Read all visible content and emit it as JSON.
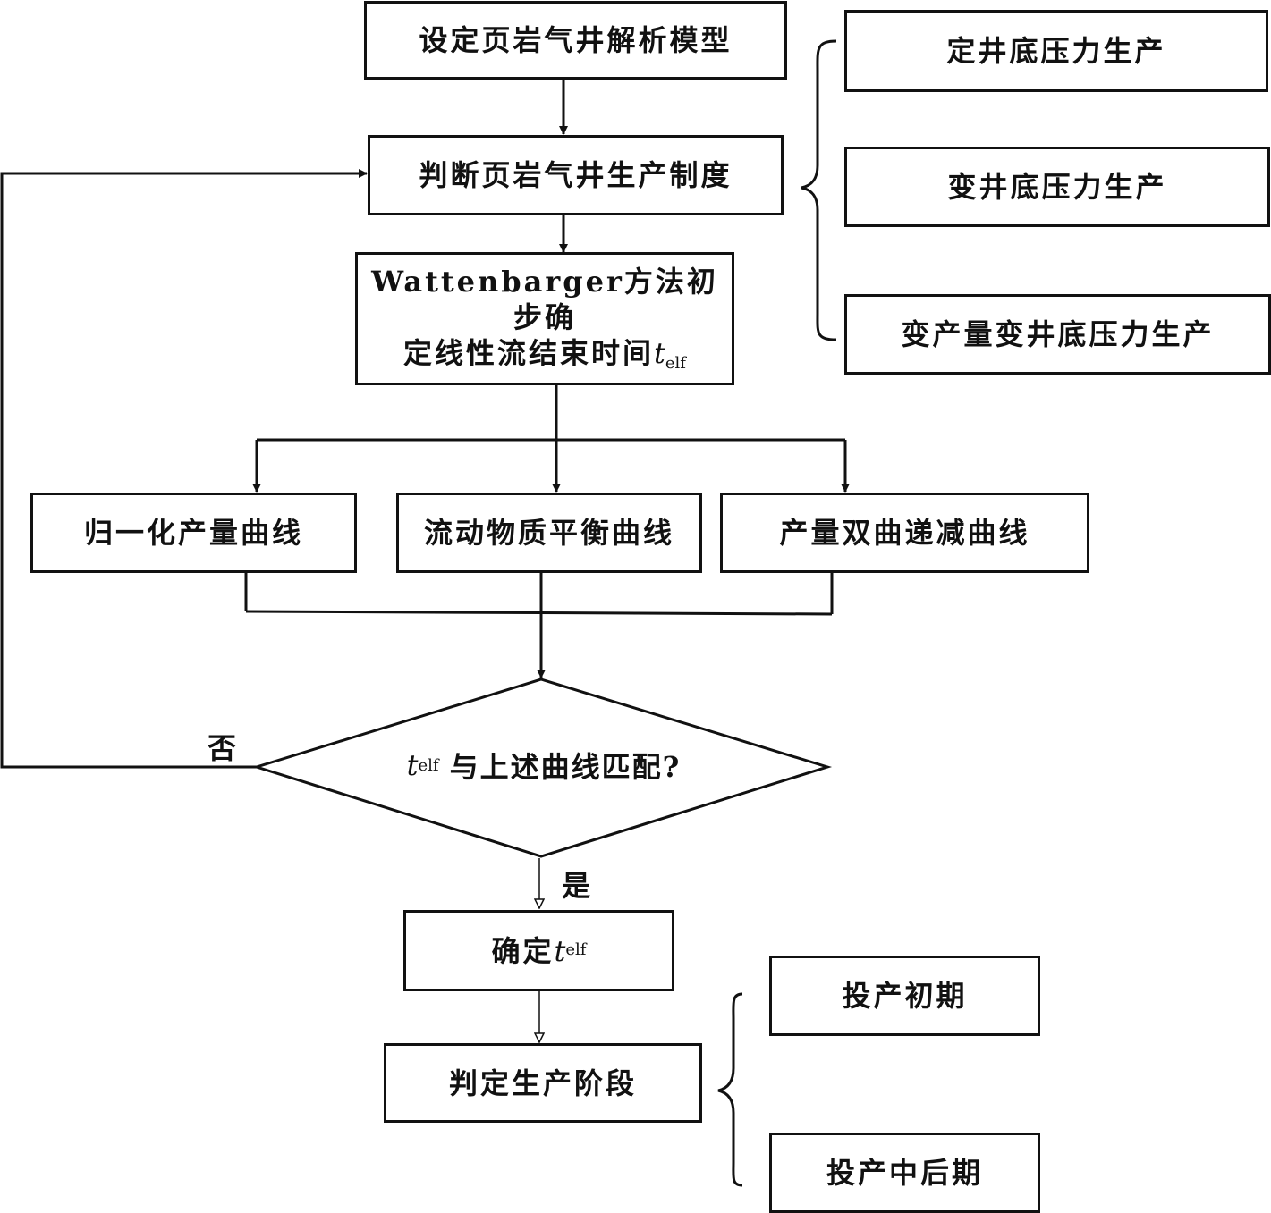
{
  "flow": {
    "model": "设定页岩气井解析模型",
    "regime": "判断页岩气井生产制度",
    "watten_line1": "Wattenbarger方法初步确",
    "watten_line2": "定线性流结束时间",
    "t_symbol": "t",
    "t_subscript": "elf",
    "normalized": "归一化产量曲线",
    "fmb": "流动物质平衡曲线",
    "hyperbolic": "产量双曲递减曲线",
    "decision_text": "与上述曲线匹配?",
    "no_label": "否",
    "yes_label": "是",
    "determine": "确定",
    "stage": "判定生产阶段"
  },
  "regimes": [
    "定井底压力生产",
    "变井底压力生产",
    "变产量变井底压力生产"
  ],
  "stages": [
    "投产初期",
    "投产中后期"
  ]
}
